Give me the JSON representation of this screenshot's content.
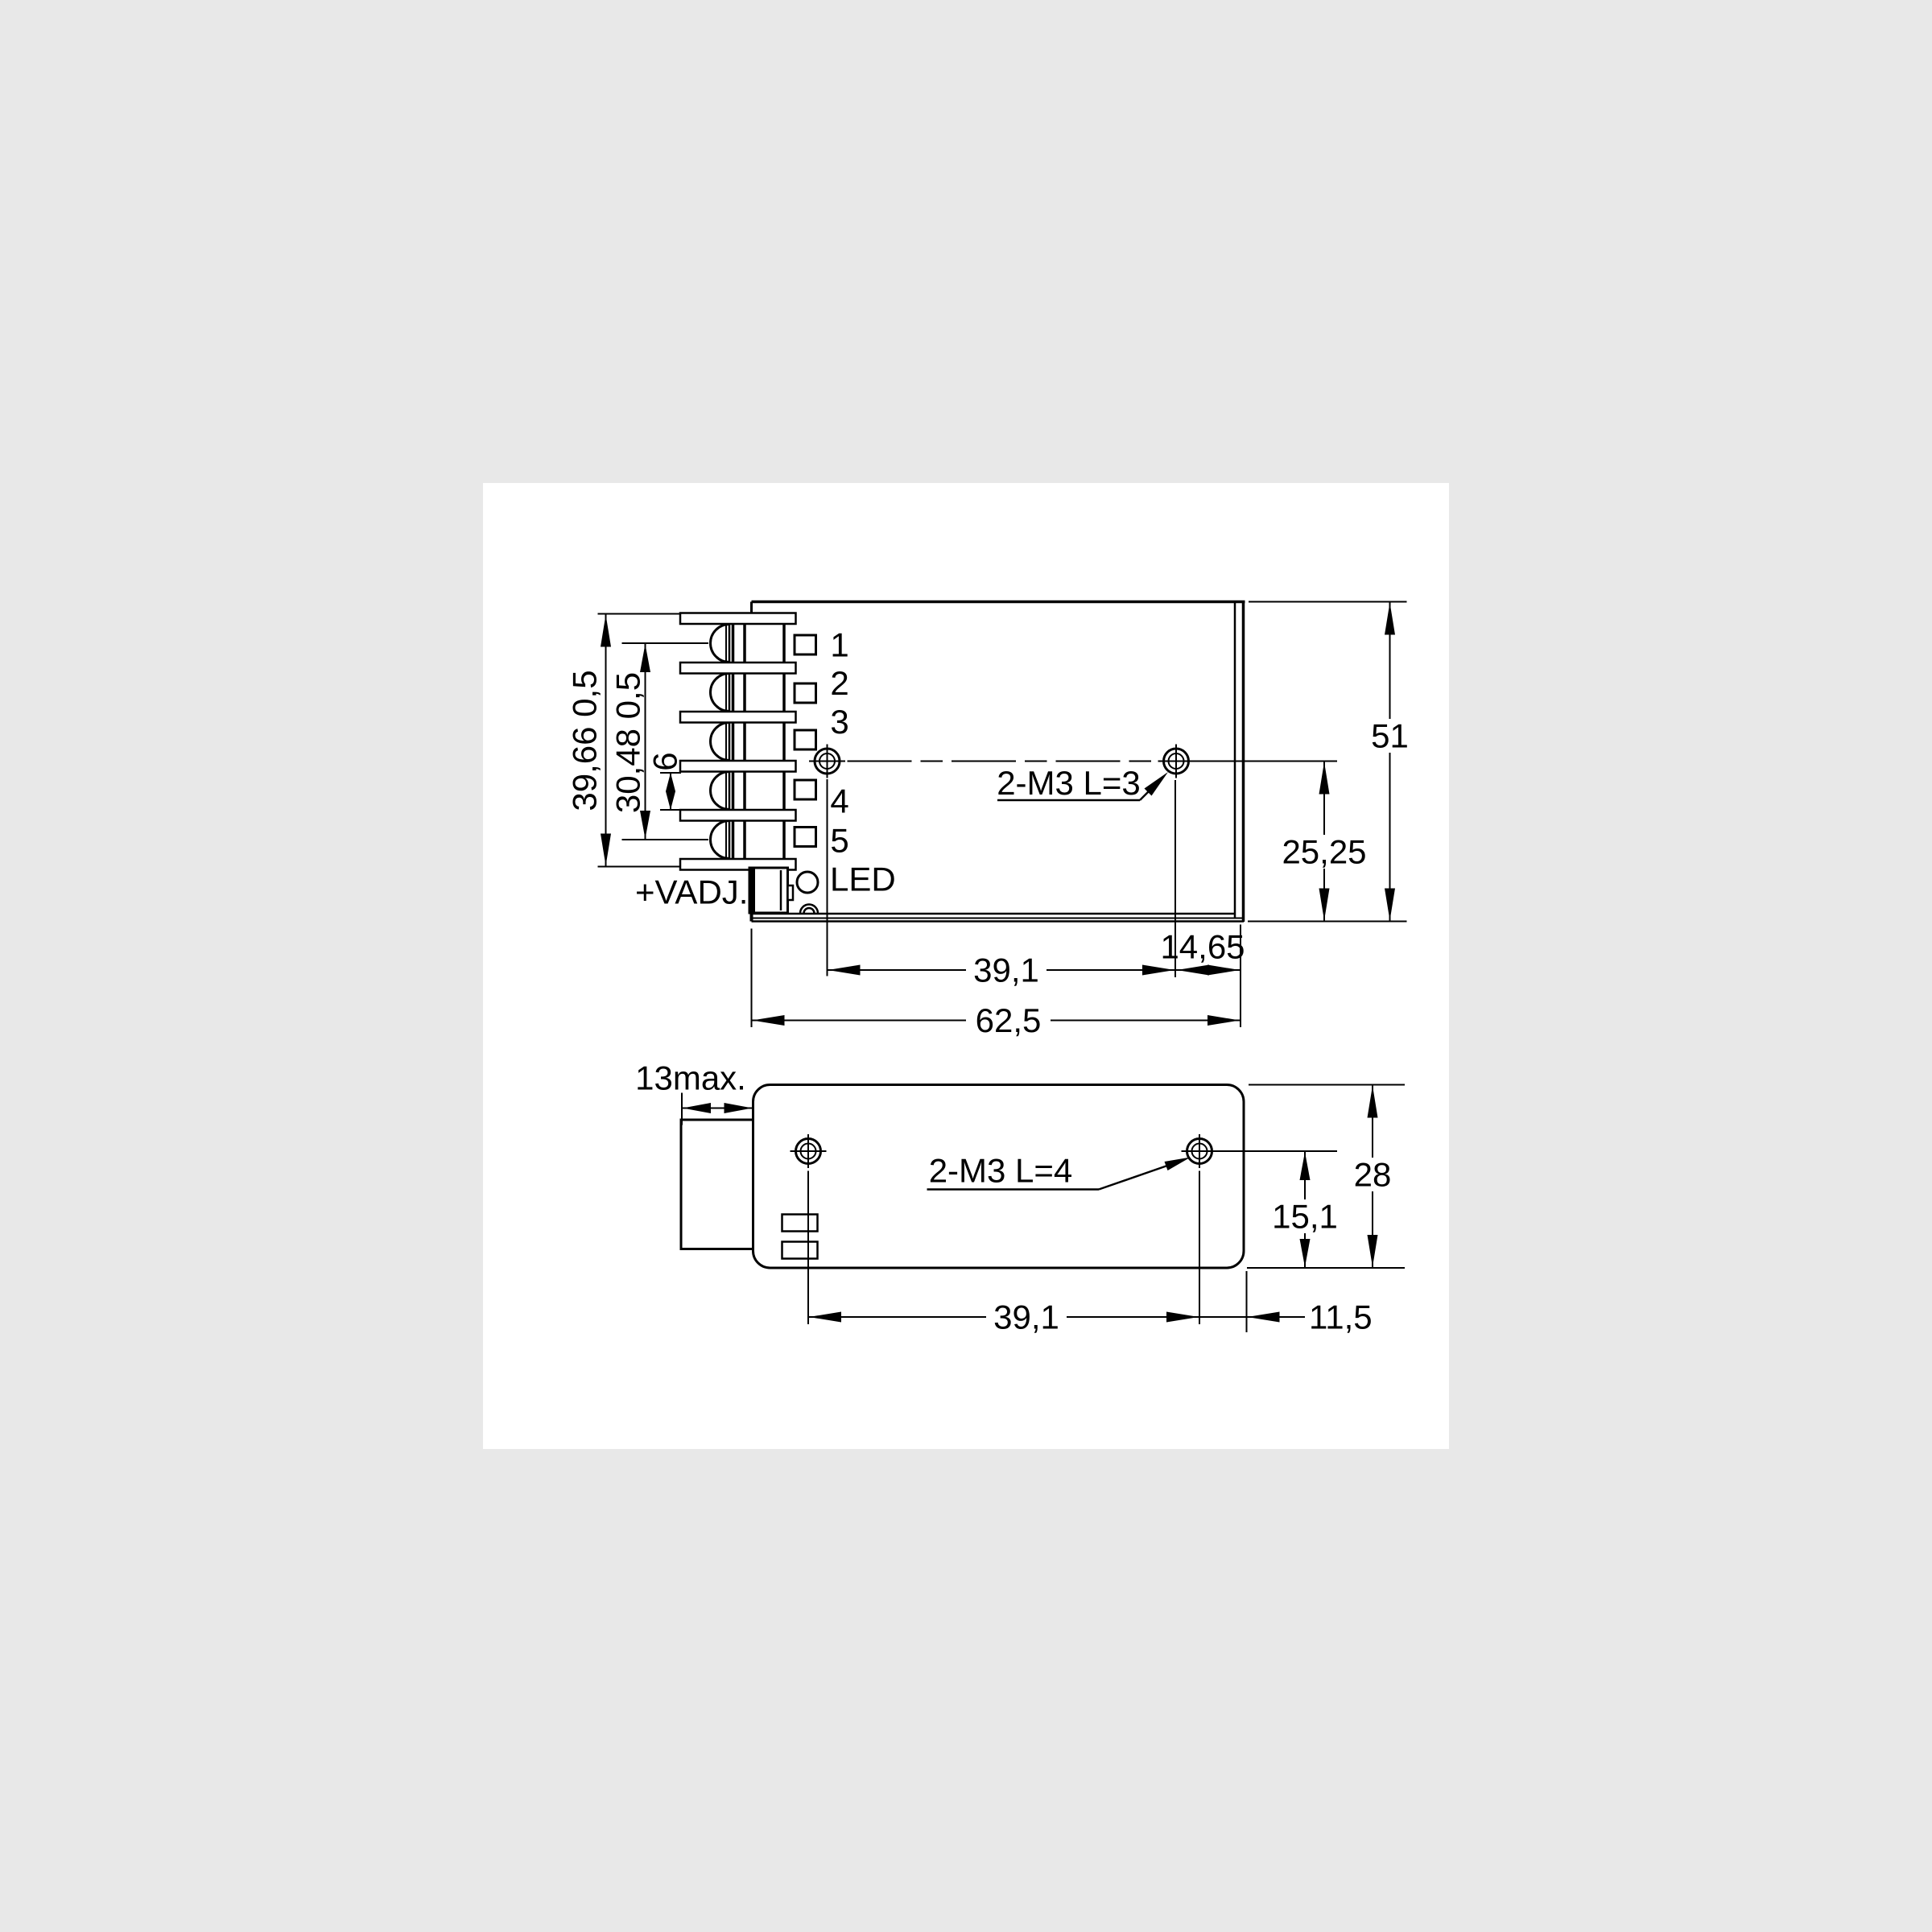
{
  "colors": {
    "ink": "#000000",
    "paper": "#ffffff"
  },
  "top_view": {
    "terminal_numbers": {
      "n1": "1",
      "n2": "2",
      "n3": "3",
      "n4": "4",
      "n5": "5"
    },
    "vadj_label": "+VADJ.",
    "led_label": "LED",
    "mounting_note": "2-M3 L=3",
    "dim_block_height": "39,66 0,5",
    "dim_screw_span": "30,48 0,5",
    "dim_terminal_gap": "6",
    "dim_overall_height": "51",
    "dim_hole_to_bottom": "25,25",
    "dim_hole_to_right_edge": "14,65",
    "dim_hole_spacing": "39,1",
    "dim_overall_width": "62,5"
  },
  "bottom_view": {
    "mounting_note": "2-M3 L=4",
    "dim_connector_depth": "13max.",
    "dim_overall_height": "28",
    "dim_hole_to_bottom": "15,1",
    "dim_hole_spacing": "39,1",
    "dim_hole_to_right_edge": "11,5"
  }
}
